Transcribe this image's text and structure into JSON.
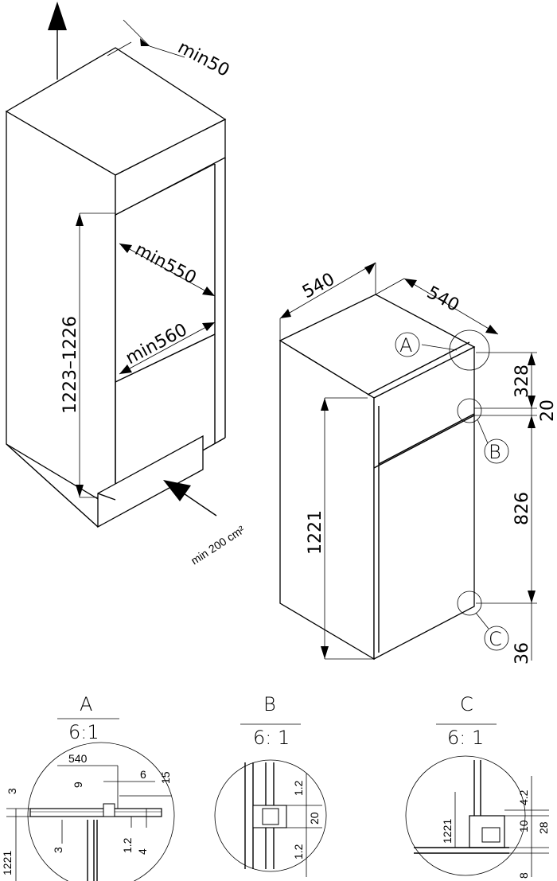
{
  "left_view": {
    "min50": "min50",
    "min550": "min550",
    "min560": "min560",
    "height_range": "1223–1226",
    "vent": "min 200 cm²"
  },
  "right_view": {
    "width": "540",
    "depth": "540",
    "height": "1221",
    "d328": "328",
    "d20": "20",
    "d826": "826",
    "d36": "36",
    "callout_a": "A",
    "callout_b": "B",
    "callout_c": "C"
  },
  "detail_a": {
    "title": "A",
    "scale": "6:1",
    "d540": "540",
    "d6": "6",
    "d15": "15",
    "d9": "9",
    "d3_top": "3",
    "d1221": "1221",
    "d3_bot": "3",
    "d1_2": "1.2",
    "d4": "4"
  },
  "detail_b": {
    "title": "B",
    "scale": "6: 1",
    "d1_2_top": "1.2",
    "d20": "20",
    "d1_2_bot": "1.2"
  },
  "detail_c": {
    "title": "C",
    "scale": "6: 1",
    "d4_2": "4.2",
    "d1221": "1221",
    "d10": "10",
    "d28": "28",
    "d8": "8"
  }
}
